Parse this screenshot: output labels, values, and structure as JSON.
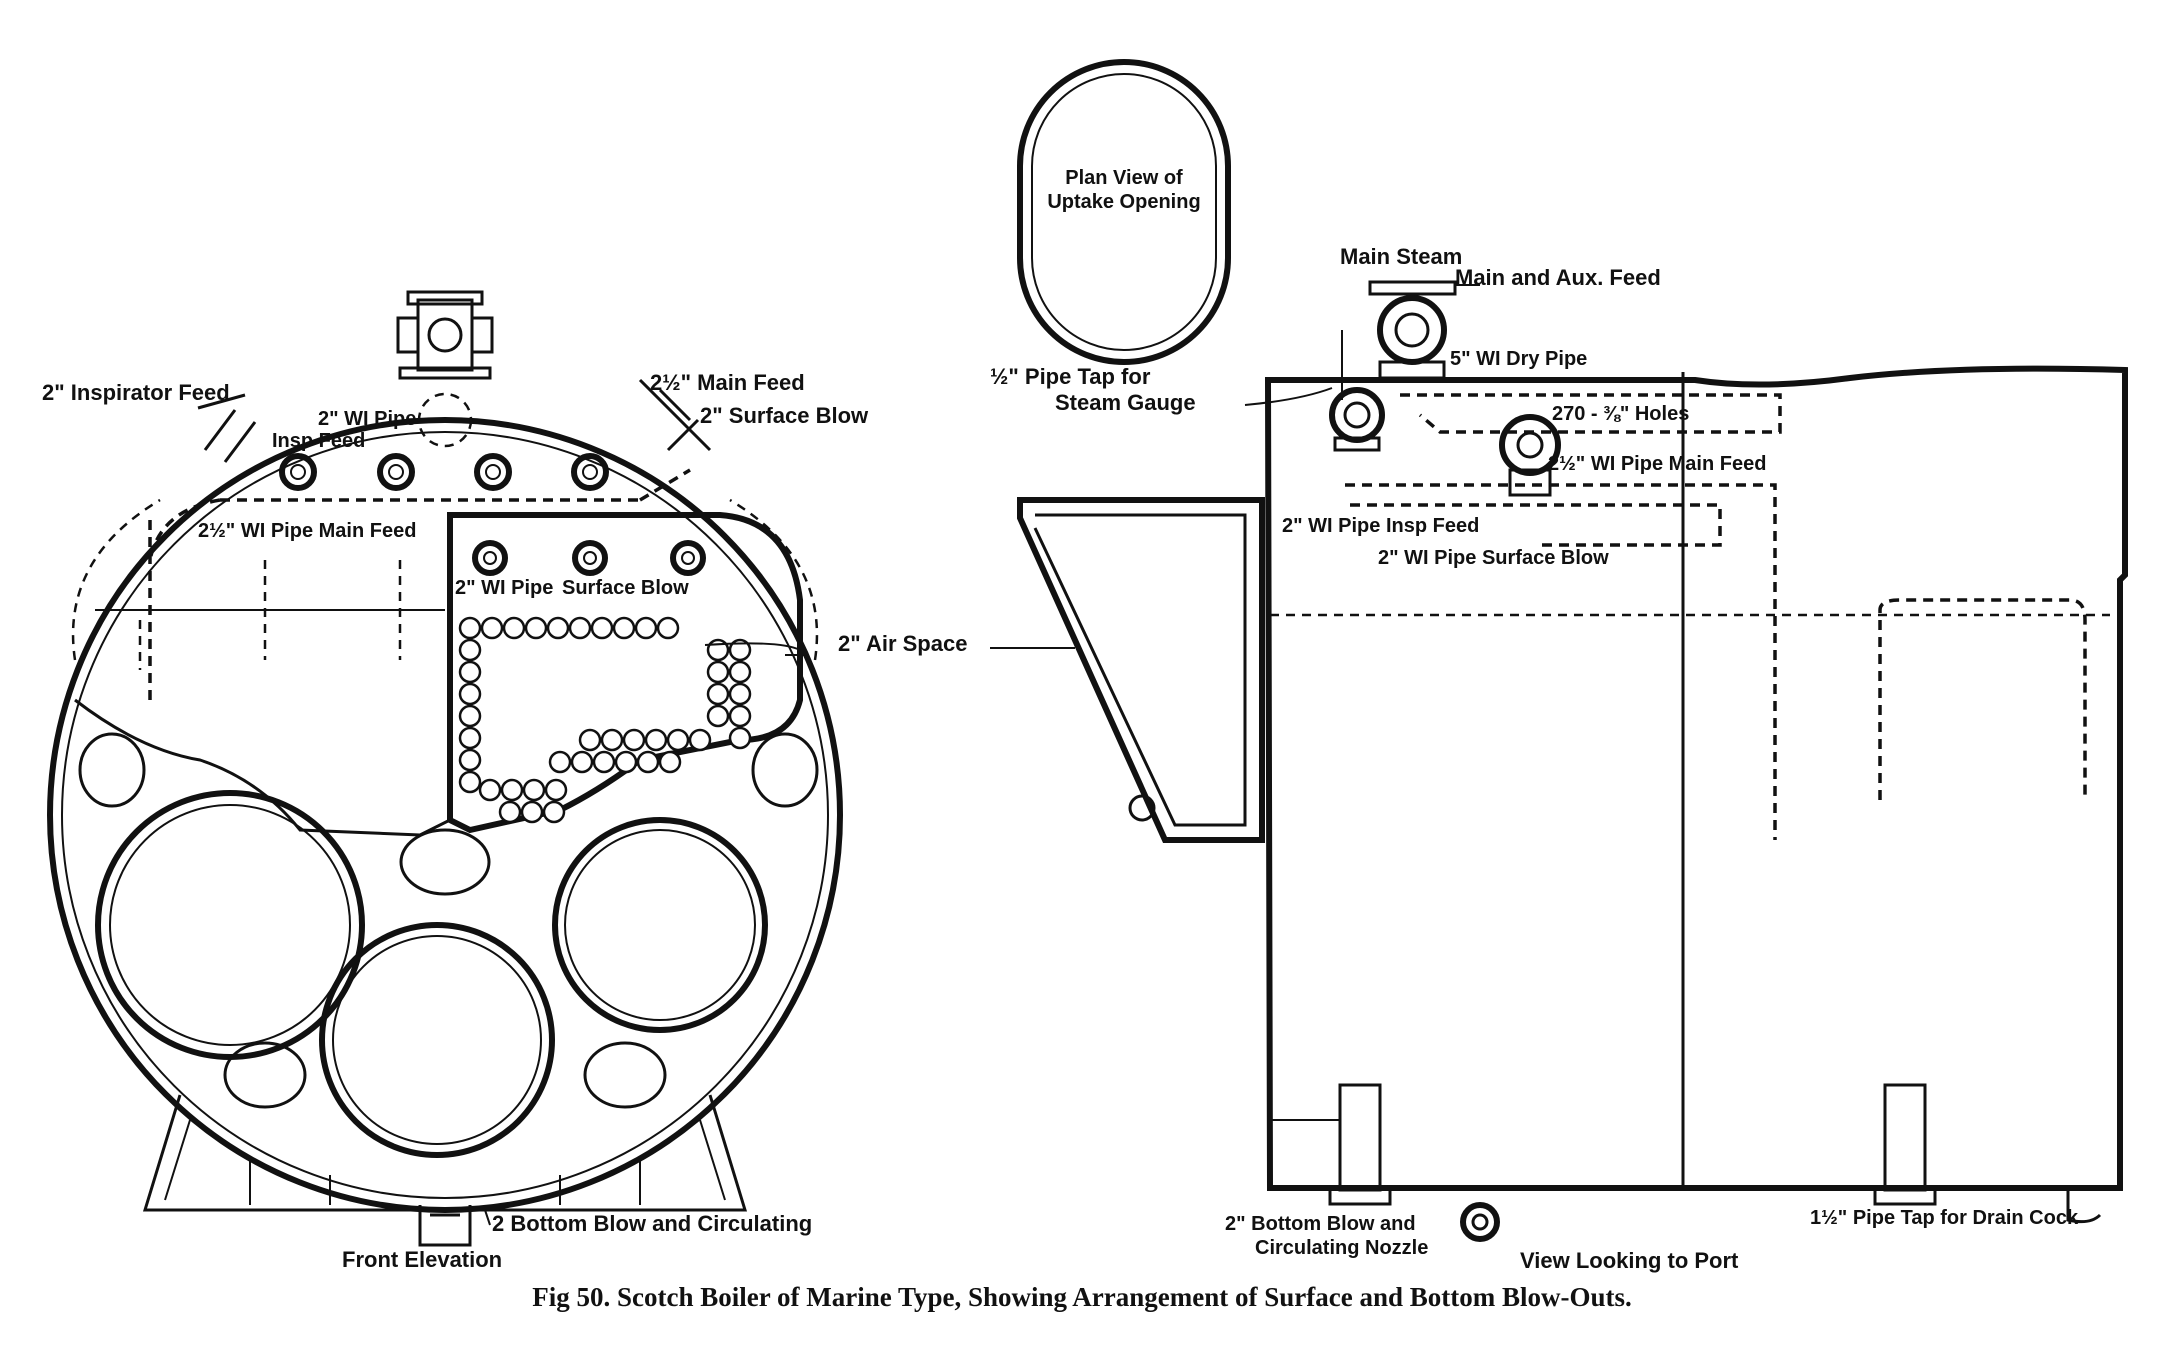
{
  "figure": {
    "caption": "Fig 50.   Scotch Boiler of Marine Type, Showing Arrangement of Surface and Bottom Blow-Outs."
  },
  "front_elevation": {
    "title": "Front Elevation",
    "labels": {
      "inspirator_feed": "2\" Inspirator Feed",
      "main_feed": "2½\" Main Feed",
      "surface_blow_top": "2\" Surface Blow",
      "wi_pipe_insp_feed_1": "2\" WI Pipe",
      "wi_pipe_insp_feed_2": "Insp Feed",
      "wi_pipe_main_feed": "2½\" WI Pipe Main Feed",
      "wi_pipe_surface_blow_1": "2\" WI Pipe",
      "wi_pipe_surface_blow_2": "Surface Blow",
      "air_space": "2\" Air Space",
      "bottom_blow": "2 Bottom Blow and Circulating"
    }
  },
  "plan_view": {
    "line1": "Plan View of",
    "line2": "Uptake Opening"
  },
  "side_view": {
    "title": "View Looking to Port",
    "labels": {
      "pipe_tap_1": "½\" Pipe Tap for",
      "pipe_tap_2": "Steam Gauge",
      "main_steam": "Main Steam",
      "main_aux_feed": "Main and Aux. Feed",
      "dry_pipe": "5\" WI Dry Pipe",
      "holes": "270 - ⅜\" Holes",
      "wi_pipe_main_feed": "2½\" WI Pipe Main Feed",
      "wi_pipe_insp_feed": "2\" WI Pipe Insp Feed",
      "wi_pipe_surface_blow": "2\" WI Pipe Surface Blow",
      "bottom_blow_1": "2\" Bottom Blow and",
      "bottom_blow_2": "Circulating Nozzle",
      "drain_cock": "1½\" Pipe Tap  for Drain Cock"
    }
  }
}
